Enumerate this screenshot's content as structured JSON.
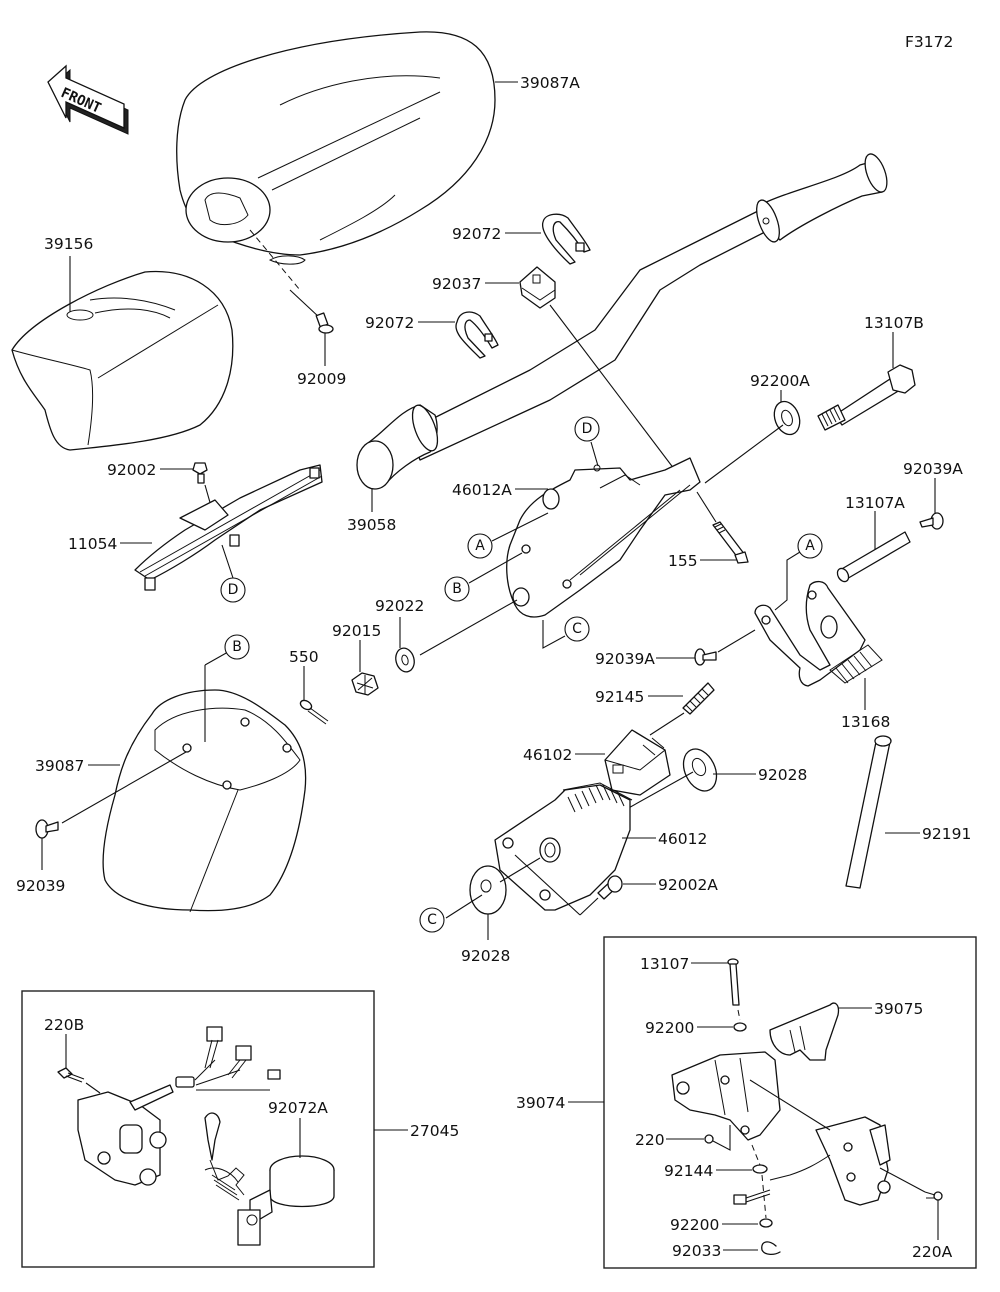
{
  "diagram": {
    "figure_id": "F3172",
    "front_indicator": "FRONT",
    "labels": {
      "p39087A": "39087A",
      "p39156": "39156",
      "p92009": "92009",
      "p92072_top": "92072",
      "p92037": "92037",
      "p92072_mid": "92072",
      "p13107B": "13107B",
      "p92200A": "92200A",
      "p92039A_top": "92039A",
      "p13107A": "13107A",
      "p92002": "92002",
      "p11054": "11054",
      "p46012A": "46012A",
      "p39058": "39058",
      "p155": "155",
      "p92022": "92022",
      "p92015": "92015",
      "p550": "550",
      "p92039A_mid": "92039A",
      "p13168": "13168",
      "p92145": "92145",
      "p46102": "46102",
      "p92028_right": "92028",
      "p46012": "46012",
      "p92191": "92191",
      "p39087": "39087",
      "p92039": "92039",
      "p92002A": "92002A",
      "p92028_bottom": "92028",
      "p220B": "220B",
      "p92072A": "92072A",
      "p27045": "27045",
      "p13107": "13107",
      "p39075": "39075",
      "p92200_top": "92200",
      "p39074": "39074",
      "p220": "220",
      "p92144": "92144",
      "p92200_bottom": "92200",
      "p92033": "92033",
      "p220A": "220A"
    },
    "reference_markers": {
      "A": "A",
      "B": "B",
      "C": "C",
      "D": "D"
    }
  }
}
